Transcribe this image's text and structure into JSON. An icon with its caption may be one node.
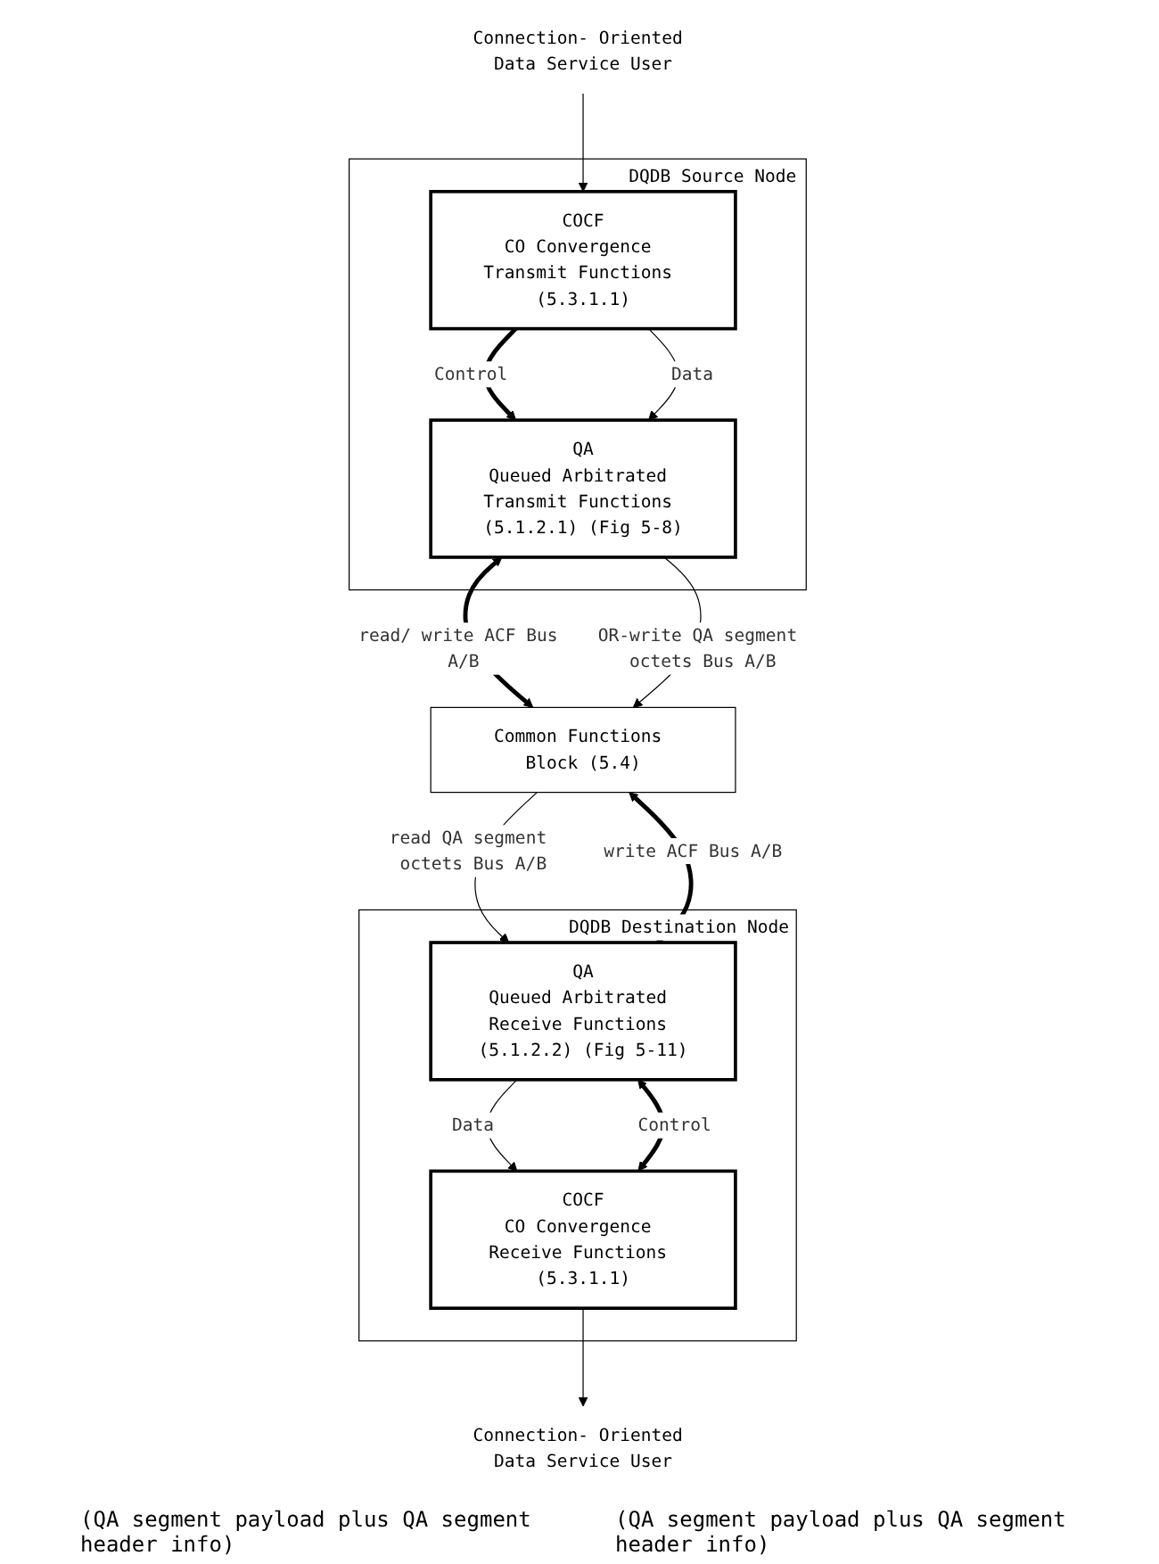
{
  "diagram": {
    "nodes": [
      {
        "text": [
          "Connection- Oriented Data Service User"
        ]
      },
      {
        "text": [
          "DQDB Source Node"
        ]
      },
      {
        "text": [
          "COCF",
          "CO Convergence Transmit Functions (5.3.1.1)"
        ],
        "in": 1
      },
      {
        "text": [
          "QA",
          "Queued Arbitrated Transmit Functions (5.1.2.1) (Fig 5-8)"
        ],
        "in": 1
      },
      {
        "text": [
          "Connection- Oriented Data Service User"
        ]
      },
      {
        "text": [
          "DQDB Destination Node"
        ]
      },
      {
        "text": [
          "COCF",
          "CO Convergence Receive Functions (5.3.1.1)"
        ],
        "in": 5
      },
      {
        "text": [
          "QA",
          "Queued Arbitrated Receive Functions (5.1.2.2) (Fig 5-11)"
        ],
        "in": 5
      },
      {
        "text": [
          "Common Functions Block (5.4)"
        ]
      }
    ],
    "edges": [
      {
        "from": 0,
        "to": 2,
        "arrow": "to"
      },
      {
        "from": 2,
        "to": 3,
        "arrow": "to",
        "label": "Control",
        "style": "thick"
      },
      {
        "from": 2,
        "to": 3,
        "arrow": "to",
        "label": "Data"
      },
      {
        "from": 3,
        "to": 8,
        "arrow": "both",
        "label": "read/ write ACF Bus A/B",
        "style": "thick"
      },
      {
        "from": 3,
        "to": 8,
        "arrow": "to",
        "label": "OR-write QA segment octets Bus A/B"
      },
      {
        "from": 6,
        "to": 4,
        "arrow": "to"
      },
      {
        "from": 6,
        "to": 7,
        "arrow": "both",
        "label": "Control",
        "style": "thick"
      },
      {
        "from": 7,
        "to": 6,
        "arrow": "to",
        "label": "Data"
      },
      {
        "from": 7,
        "to": 8,
        "arrow": "to",
        "label": "write ACF Bus A/B",
        "style": "thick"
      },
      {
        "from": 8,
        "to": 7,
        "arrow": "to",
        "label": "read QA segment octets Bus A/B"
      }
    ],
    "labels": [
      "(QA segment payload plus QA segment header info)",
      "(QA segment payload plus QA segment header info)"
    ]
  }
}
